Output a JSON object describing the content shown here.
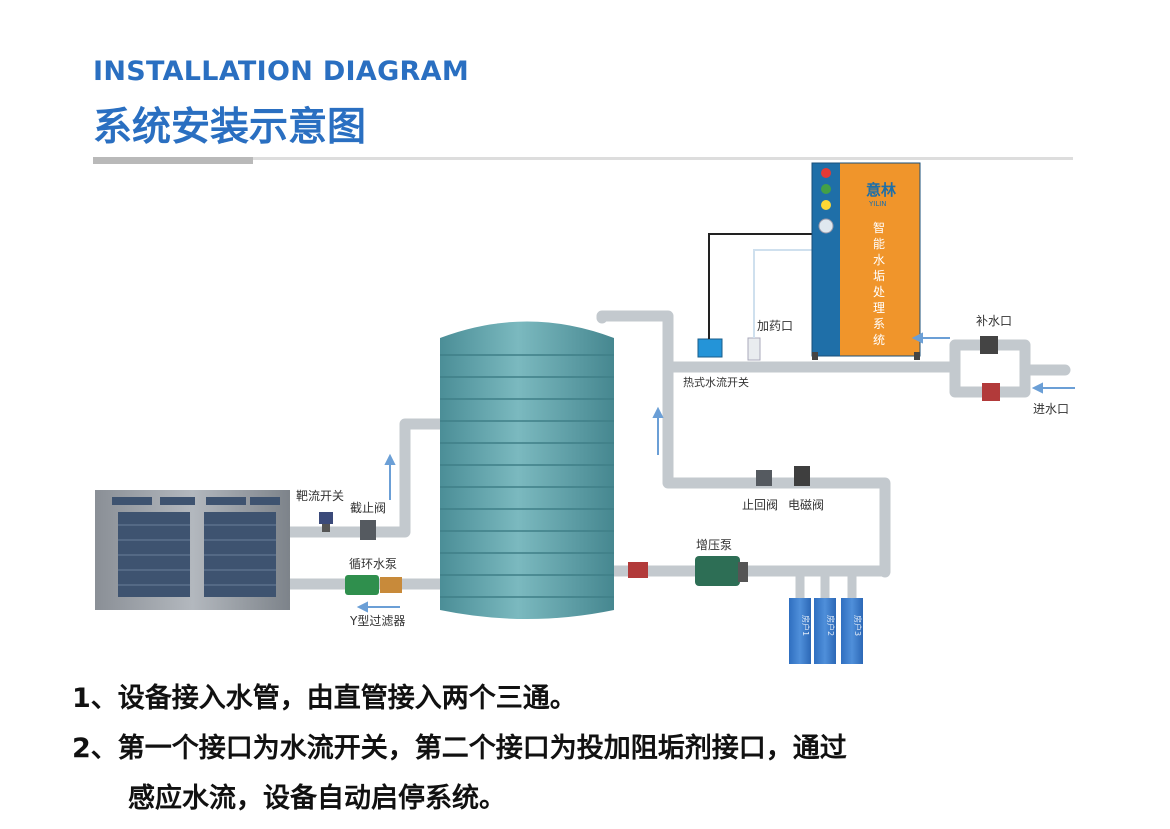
{
  "header": {
    "title_en": "INSTALLATION DIAGRAM",
    "title_cn": "系统安装示意图"
  },
  "device": {
    "logo_cn": "意林",
    "logo_en": "YILIN",
    "panel_text": [
      "智",
      "能",
      "水",
      "垢",
      "处",
      "理",
      "系",
      "统"
    ]
  },
  "labels": {
    "dosing_port": "加药口",
    "thermal_flow_switch": "热式水流开关",
    "makeup_port": "补水口",
    "inlet_port": "进水口",
    "check_valve": "止回阀",
    "solenoid_valve": "电磁阀",
    "target_flow_switch": "靶流开关",
    "stop_valve": "截止阀",
    "circ_pump": "循环水泵",
    "y_filter": "Y型过滤器",
    "booster_pump": "增压泵",
    "room_1": "房户1",
    "room_2": "房户2",
    "room_3": "房户3"
  },
  "notes": {
    "line1": "1、设备接入水管，由直管接入两个三通。",
    "line2": "2、第一个接口为水流开关，第二个接口为投加阻垢剂接口，通过",
    "line3": "感应水流，设备自动启停系统。"
  },
  "colors": {
    "accent": "#2a6fc1",
    "device_orange": "#f0952b",
    "device_blue": "#1f6fa8",
    "tank": "#5aa0a8",
    "pipe": "#c9ced2"
  }
}
